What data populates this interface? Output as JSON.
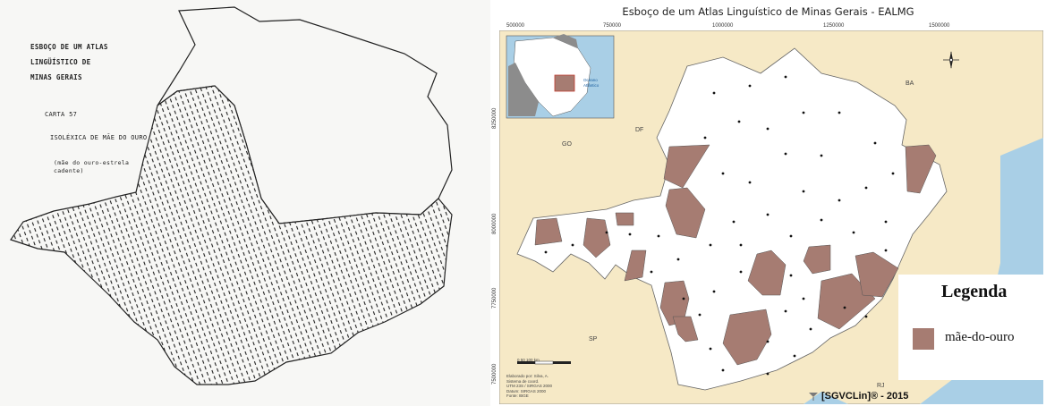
{
  "left_map": {
    "title_lines": [
      "ESBOÇO DE UM ATLAS",
      "LINGÜÍSTICO DE",
      "MINAS GERAIS"
    ],
    "carta": "CARTA 57",
    "isolexica": "ISOLÉXICA DE MÃE DO OURO",
    "note_lines": [
      "(mãe do ouro-estrela",
      "cadente)"
    ]
  },
  "right_map": {
    "title": "Esboço de um Atlas Linguístico de Minas Gerais - EALMG",
    "x_ticks": [
      "500000",
      "750000",
      "1000000",
      "1250000",
      "1500000"
    ],
    "y_ticks": [
      "8250000",
      "8000000",
      "7750000",
      "7500000"
    ],
    "state_labels": {
      "ba": "BA",
      "df": "DF",
      "go": "GO",
      "sp": "SP",
      "rj": "RJ"
    },
    "inset_label_lines": [
      "Oceano",
      "Atlântico"
    ],
    "scale_label": "0     50     100 km",
    "source_lines": [
      "Elaborado por: Silva, A.",
      "Sistema de coord.",
      "UTM 23S / SIRGAS 2000",
      "Datum: SIRGAS 2000",
      "Fonte: IBGE"
    ],
    "credit": "[SGVCLin]® - 2015"
  },
  "legend": {
    "title": "Legenda",
    "item": "mãe-do-ouro",
    "item_color": "#a67c72"
  },
  "colors": {
    "neighbor_land": "#f6e9c6",
    "ocean": "#a9cfe6",
    "state_fill": "#ffffff",
    "highlight_fill": "#a67c72"
  },
  "icons": {
    "north_arrow": "compass-rose-icon",
    "credit_icon": "map-logo-icon"
  }
}
